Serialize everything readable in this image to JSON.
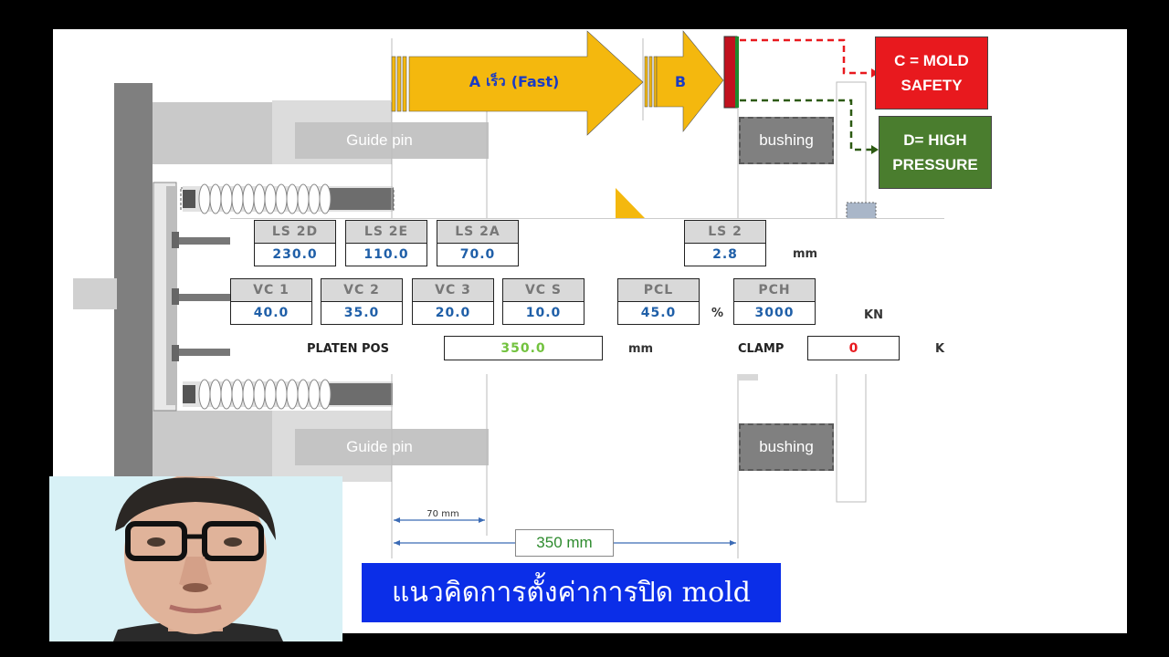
{
  "diagram": {
    "arrows": {
      "a_label_prefix": "A",
      "a_label_thai": "เร็ว",
      "a_label_fast": "(Fast)",
      "b_label": "B"
    },
    "stages": {
      "c_label": "C = MOLD SAFETY",
      "d_label": "D= HIGH PRESSURE"
    },
    "guide_pin_top": "Guide pin",
    "guide_pin_bottom": "Guide pin",
    "bushing_top": "bushing",
    "bushing_bottom": "bushing",
    "dimension_small": "70 mm",
    "dimension_large": "350 mm",
    "colors": {
      "arrow": "#f4b80e",
      "mold_safety": "#e8191e",
      "high_pressure": "#4a7d2e",
      "title_bar": "#0b2ee8"
    }
  },
  "panel": {
    "row1": [
      {
        "label": "LS 2D",
        "value": "230.0"
      },
      {
        "label": "LS 2E",
        "value": "110.0"
      },
      {
        "label": "LS 2A",
        "value": "70.0"
      },
      {
        "label": "LS 2",
        "value": "2.8"
      }
    ],
    "row1_unit": "mm",
    "row2": [
      {
        "label": "VC 1",
        "value": "40.0"
      },
      {
        "label": "VC 2",
        "value": "35.0"
      },
      {
        "label": "VC 3",
        "value": "20.0"
      },
      {
        "label": "VC S",
        "value": "10.0"
      },
      {
        "label": "PCL",
        "value": "45.0"
      },
      {
        "label": "PCH",
        "value": "3000"
      }
    ],
    "percent_unit": "%",
    "kn_unit": "KN",
    "platen_label": "PLATEN POS",
    "platen_value": "350.0",
    "platen_unit": "mm",
    "clamp_label": "CLAMP",
    "clamp_value": "0",
    "clamp_unit": "K"
  },
  "caption": "แนวคิดการตั้งค่าการปิด mold"
}
